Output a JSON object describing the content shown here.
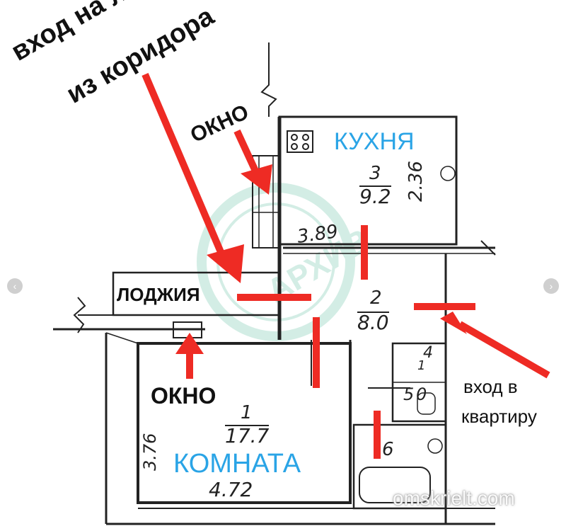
{
  "annotations": {
    "loggia_entrance_line1": "вход на лод",
    "loggia_entrance_line2": "из коридора",
    "window_top": "ОКНО",
    "window_bottom": "ОКНО",
    "loggia": "ЛОДЖИЯ",
    "entrance_line1": "вход в",
    "entrance_line2": "квартиру"
  },
  "rooms": {
    "kitchen": {
      "name": "КУХНЯ",
      "number": "3",
      "area": "9.2",
      "dim_right": "2.36",
      "dim_bottom": "3.89"
    },
    "corridor": {
      "number": "2",
      "area": "8.0"
    },
    "room": {
      "name": "КОМНАТА",
      "number": "1",
      "area": "17.7",
      "dim_left": "3.76",
      "dim_bottom": "4.72"
    },
    "wc": {
      "number": "4",
      "area": "1"
    },
    "bath_small": {
      "number": "5",
      "area": "0"
    },
    "bath": {
      "number": "6"
    }
  },
  "watermark": {
    "stamp": "АРХИВ",
    "site": "omskrielt.com"
  },
  "nav": {
    "prev": "‹",
    "next": "›"
  },
  "colors": {
    "arrow": "#ee2b24",
    "label_blue": "#2aa4e6",
    "watermark": "#9fd9c6"
  }
}
